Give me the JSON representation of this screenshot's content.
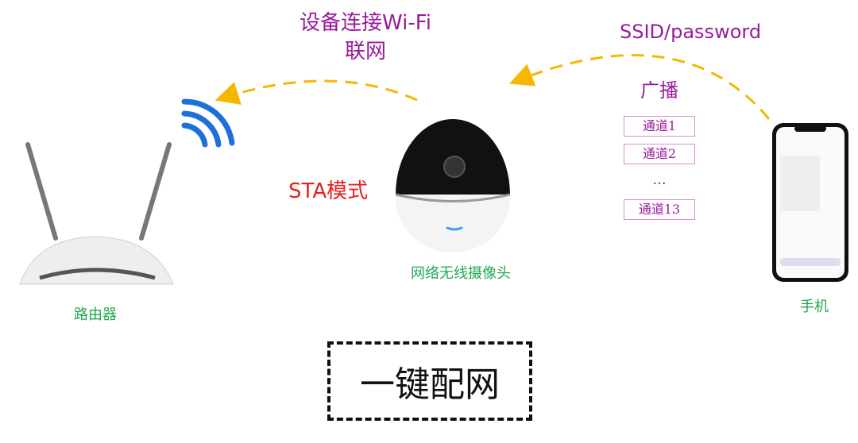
{
  "labels": {
    "device_connect_line1": "设备连接Wi-Fi",
    "device_connect_line2": "联网",
    "ssid_password": "SSID/password",
    "broadcast": "广播",
    "sta_mode": "STA模式",
    "router": "路由器",
    "camera": "网络无线摄像头",
    "phone": "手机",
    "one_key": "一键配网"
  },
  "channels": [
    "通道1",
    "通道2",
    "...",
    "通道13"
  ],
  "colors": {
    "purple": "#9a1a9a",
    "green": "#22a84e",
    "red": "#e8201c",
    "arrow": "#f5b800",
    "wifi": "#1e6fd9",
    "channel_border": "#e08ad0"
  },
  "icons": [
    "wifi-icon",
    "router-image",
    "camera-image",
    "phone-image",
    "dashed-arrow"
  ]
}
